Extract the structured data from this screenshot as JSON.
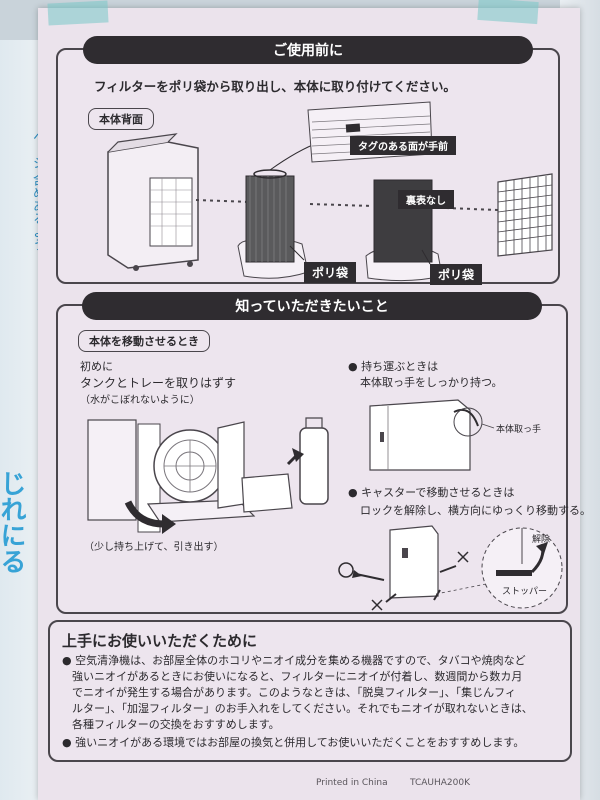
{
  "background": {
    "left_text": "ページ 含めあるよう",
    "left_big": "じれにる"
  },
  "section1": {
    "title": "ご使用前に",
    "instruction": "フィルターをポリ袋から取り出し、本体に取り付けてください。",
    "back_label": "本体背面",
    "tag_callout": "タグのある面が手前",
    "no_front_back": "裏表なし",
    "bag_label_1": "ポリ袋",
    "bag_label_2": "ポリ袋"
  },
  "section2": {
    "title": "知っていただきたいこと",
    "moving_label": "本体を移動させるとき",
    "first_label": "初めに",
    "first_text": "タンクとトレーを取りはずす",
    "first_note": "（水がこぼれないように）",
    "pull_note": "（少し持ち上げて、引き出す）",
    "carry_head": "● 持ち運ぶときは",
    "carry_text": "本体取っ手をしっかり持つ。",
    "handle_label": "本体取っ手",
    "caster_head": "● キャスターで移動させるときは",
    "caster_text": "ロックを解除し、横方向にゆっくり移動する。",
    "release_label": "解除",
    "stopper_label": "ストッパー"
  },
  "tips": {
    "title": "上手にお使いいただくために",
    "lines": [
      "● 空気清浄機は、お部屋全体のホコリやニオイ成分を集める機器ですので、タバコや焼肉など",
      "強いニオイがあるときにお使いになると、フィルターにニオイが付着し、数週間から数カ月",
      "でニオイが発生する場合があります。このようなときは、「脱臭フィルター」、「集じんフィ",
      "ルター」、「加湿フィルター」のお手入れをしてください。それでもニオイが取れないときは、",
      "各種フィルターの交換をおすすめします。",
      "● 強いニオイがある環境ではお部屋の換気と併用してお使いいただくことをおすすめします。"
    ]
  },
  "footer": {
    "printed": "Printed in China",
    "code": "TCAUHA200K"
  },
  "colors": {
    "paper": "#ebe3ec",
    "ink": "#2f2c30"
  }
}
